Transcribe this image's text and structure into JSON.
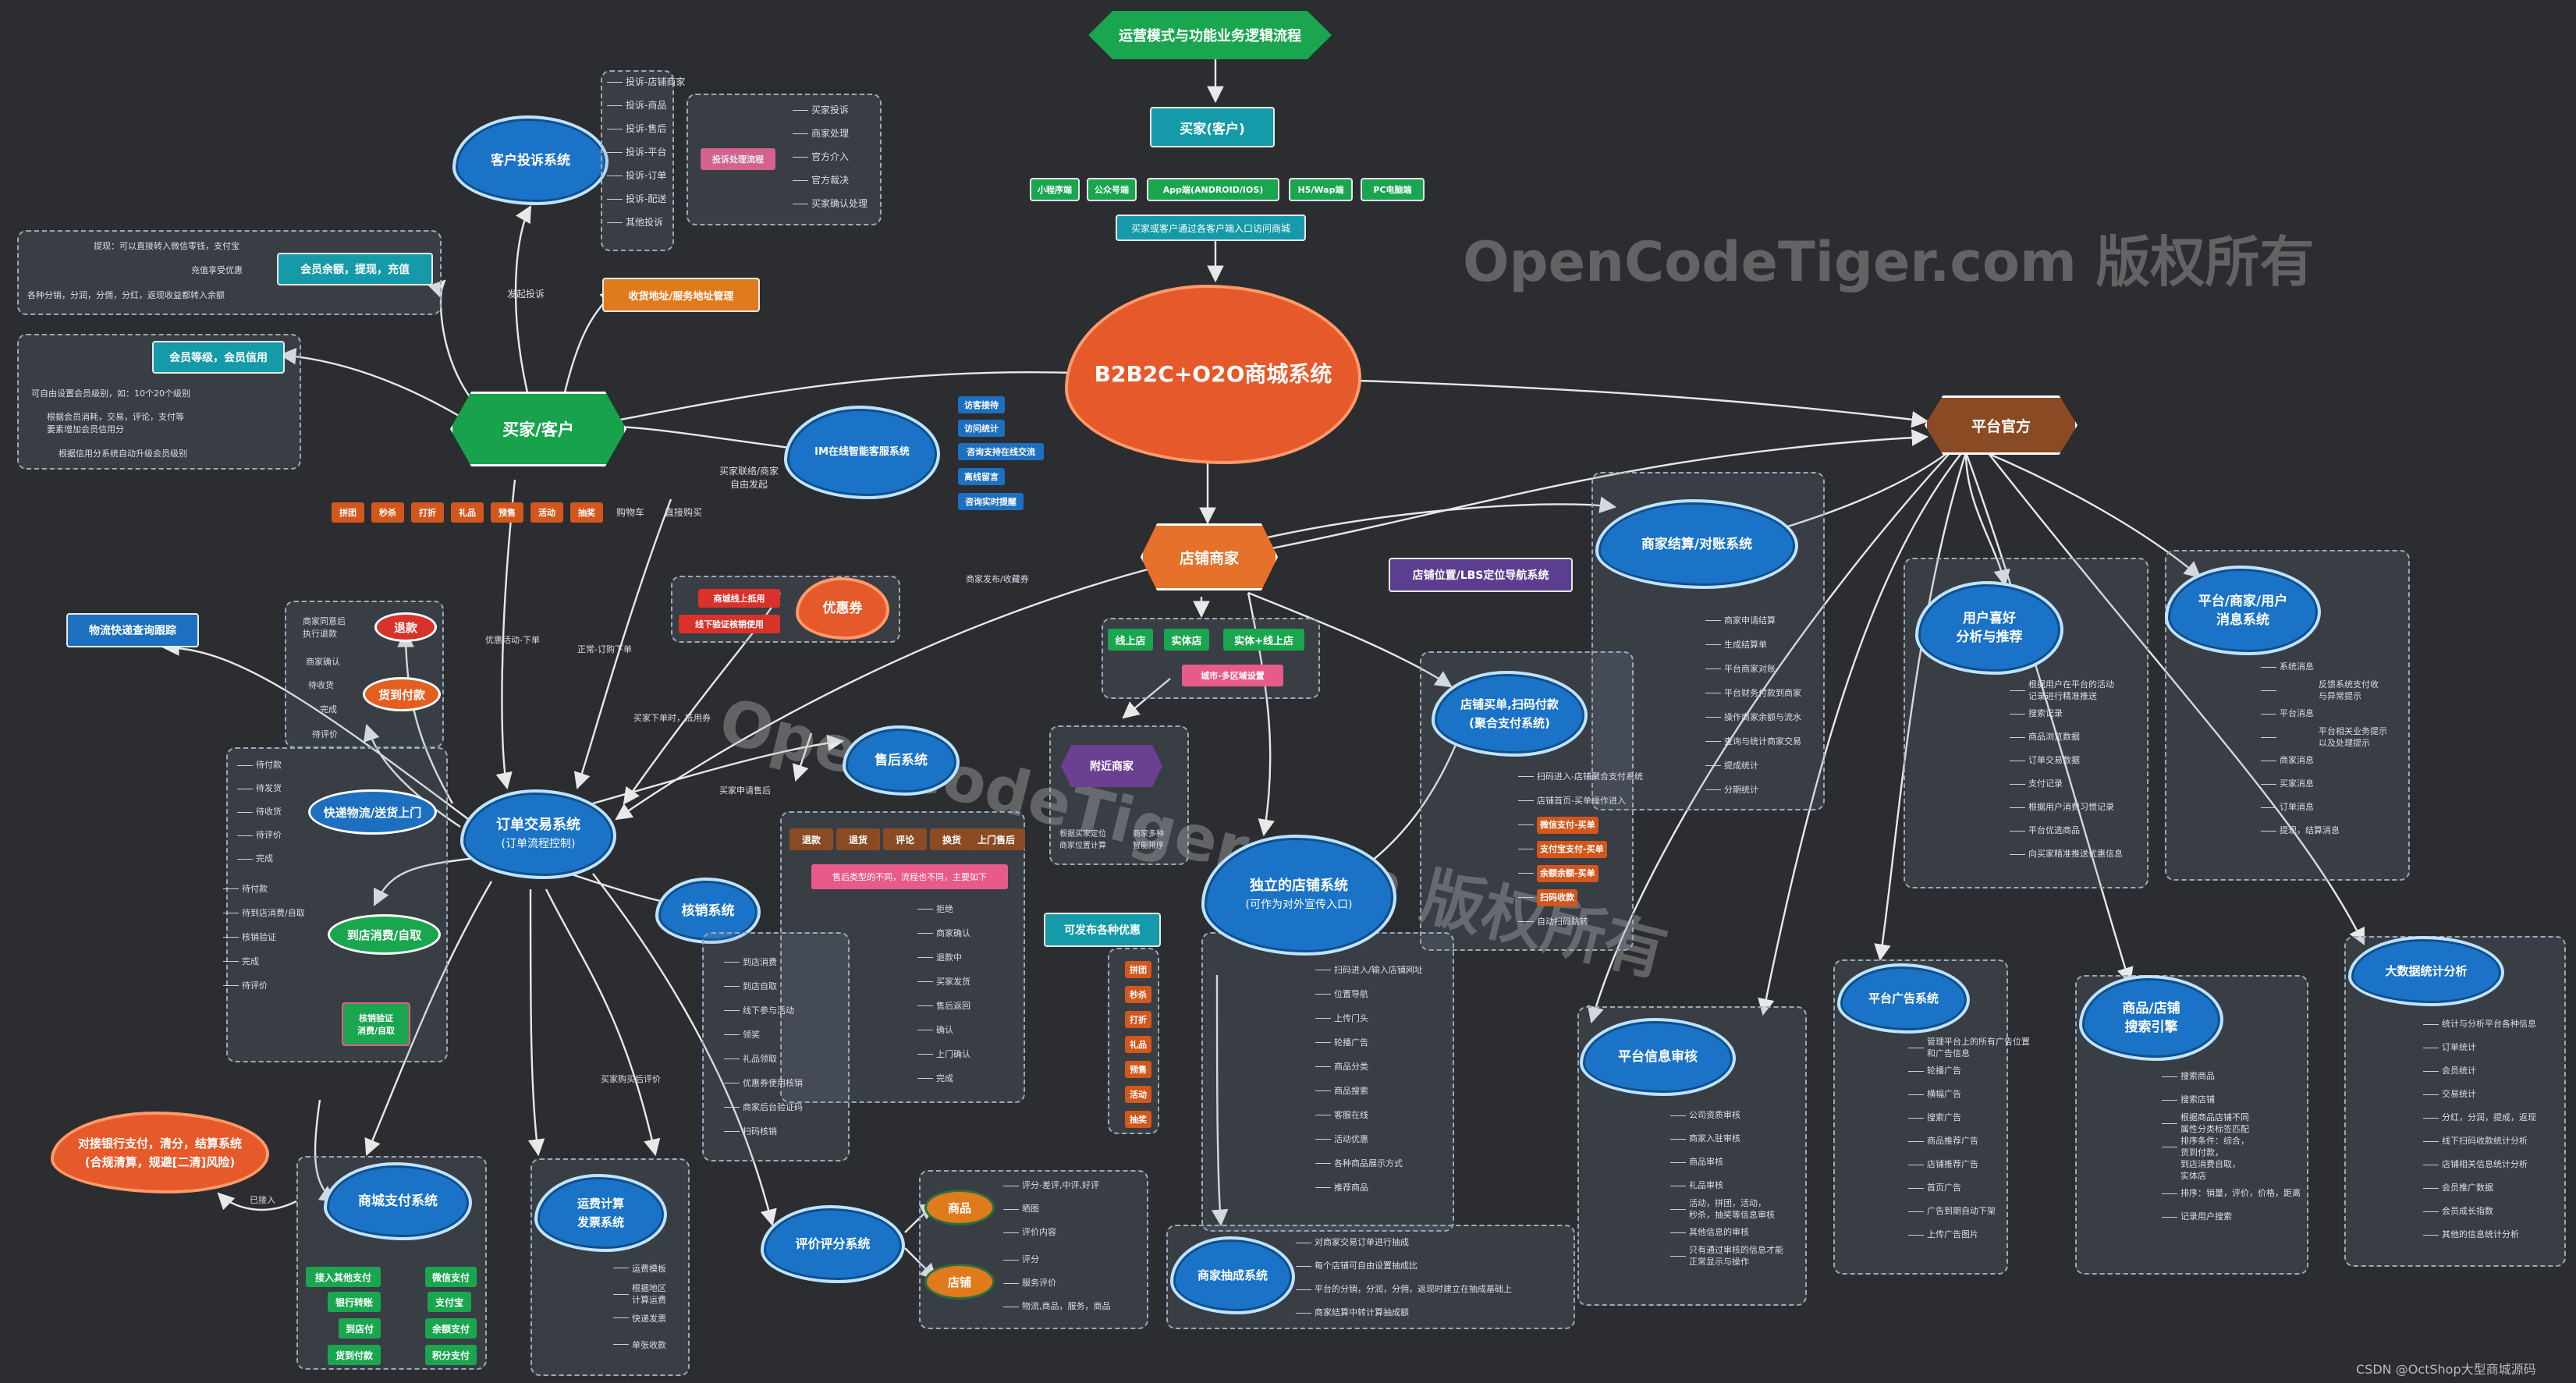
{
  "title": "运营模式与功能业务逻辑流程",
  "buyer_channel": {
    "label": "买家(客户)",
    "channels": [
      "小程序端",
      "公众号端",
      "App端(ANDROID/IOS)",
      "H5/Wap端",
      "PC电脑端"
    ],
    "access_note": "买家或客户通过各客户端入口访问商城"
  },
  "center": "B2B2C+O2O商城系统",
  "watermarks": [
    "OpenCodeTiger.com  版权所有",
    "OpenCodeTiger.com 版权所有"
  ],
  "footer": "CSDN @OctShop大型商城源码",
  "buyer": {
    "label": "买家/客户",
    "features": [
      "拼团",
      "秒杀",
      "打折",
      "礼品",
      "预售",
      "活动",
      "抽奖",
      "购物车",
      "直接购买"
    ],
    "complaint_label": "发起投诉",
    "self_help_label": "买家联络/商家\n自由发起"
  },
  "complaint": {
    "label": "客户投诉系统",
    "items": [
      "投诉-店铺商家",
      "投诉-商品",
      "投诉-售后",
      "投诉-平台",
      "投诉-订单",
      "投诉-配送",
      "其他投诉"
    ],
    "process_label": "投诉处理流程",
    "process_items": [
      "买家投诉",
      "商家处理",
      "官方介入",
      "官方裁决",
      "买家确认处理"
    ]
  },
  "balance": {
    "label": "会员余额，提现，充值",
    "items": [
      "提现：可以直接转入微信零钱，支付宝",
      "充值享受优惠",
      "各种分销，分润，分佣，分红，返现收益都转入余额"
    ]
  },
  "address_label": "收货地址/服务地址管理",
  "member": {
    "label": "会员等级，会员信用",
    "items": [
      "可自由设置会员级别，如：10个20个级别",
      "根据会员消耗，交易，评论，支付等\n要素增加会员信用分",
      "根据信用分系统自动升级会员级别"
    ]
  },
  "im": {
    "label": "IM在线智能客服系统",
    "items": [
      "访客接待",
      "访问统计",
      "咨询支持在线交流",
      "离线留言",
      "咨询实时提醒"
    ]
  },
  "coupon": {
    "label": "优惠券",
    "items": [
      "商城线上抵用",
      "线下验证核销使用"
    ],
    "note": "商家发布/收藏券"
  },
  "store": {
    "label": "店铺商家",
    "types": [
      "线上店",
      "实体店",
      "实体+线上店"
    ],
    "city": "城市-多区域设置"
  },
  "nearby": {
    "label": "附近商家",
    "items": [
      "根据买家定位\n商家位置计算",
      "商家多种\n智能排序"
    ]
  },
  "platform": {
    "label": "平台官方"
  },
  "settlement": {
    "label": "商家结算/对账系统",
    "items": [
      "商家申请结算",
      "生成结算单",
      "平台商家对账",
      "平台财务付款到商家",
      "操作商家余额与流水",
      "查询与统计商家交易",
      "提成统计",
      "分期统计"
    ]
  },
  "location": {
    "label": "店铺位置/LBS定位导航系统"
  },
  "scan": {
    "label": "店铺买单,扫码付款\n(聚合支付系统)",
    "items": [
      "扫码进入-店铺聚合支付系统",
      "店铺首页-买单操作进入",
      "微信支付-买单",
      "支付宝支付-买单",
      "余额余额-买单",
      "扫码收款",
      "自动扫码跳转"
    ]
  },
  "msg": {
    "label": "平台/商家/用户\n消息系统",
    "items": [
      "系统消息",
      "反馈系统支付收\n与异常提示",
      "平台消息",
      "平台相关业务提示\n以及处理提示",
      "商家消息",
      "买家消息",
      "订单消息",
      "提现，结算消息"
    ]
  },
  "pref": {
    "label": "用户喜好\n分析与推荐",
    "items": [
      "根据用户在平台的活动\n记录进行精准推送",
      "搜索记录",
      "商品浏览数据",
      "订单交易数据",
      "支付记录",
      "根据用户消费习惯记录",
      "平台优选商品",
      "向买家精准推送优惠信息"
    ]
  },
  "logistics": {
    "label": "物流快递查询跟踪"
  },
  "refund": {
    "label": "退款",
    "items": [
      "商家同意后\n执行退款",
      "商家确认",
      "待收货",
      "完成",
      "待评价"
    ]
  },
  "arrival": {
    "label": "货到付款"
  },
  "express": {
    "label": "快递物流/送货上门",
    "items": [
      "待付款",
      "待发货",
      "待收货",
      "待评价",
      "完成"
    ]
  },
  "pickup": {
    "label": "到店消费/自取",
    "items": [
      "待付款",
      "待到店消费/自取",
      "核销验证",
      "完成",
      "待评价"
    ],
    "verify": "核销验证\n消费/自取"
  },
  "order": {
    "label": "订单交易系统",
    "sub": "(订单流程控制)",
    "place_label": "优惠活动-下单",
    "direct_label": "正常-订购下单",
    "buyer_order": "买家下单时，抵用券",
    "comment_label": "买家申请售后",
    "review_label": "买家购买后评价"
  },
  "aftersale": {
    "label": "售后系统",
    "tabs": [
      "退款",
      "退货",
      "评论",
      "换货",
      "上门售后"
    ],
    "note": "售后类型的不同，流程也不同，主要如下",
    "items": [
      "拒绝",
      "商家确认",
      "退款中",
      "买家发货",
      "售后返回",
      "确认",
      "上门确认",
      "完成"
    ]
  },
  "verify": {
    "label": "核销系统",
    "items": [
      "到店消费",
      "到店自取",
      "线下参与活动",
      "领奖",
      "礼品领取",
      "优惠券使用核销",
      "商家后台验证码",
      "扫码核销"
    ]
  },
  "promos": {
    "label": "可发布各种优惠",
    "items": [
      "拼团",
      "秒杀",
      "打折",
      "礼品",
      "预售",
      "活动",
      "抽奖"
    ]
  },
  "indep": {
    "label": "独立的店铺系统",
    "sub": "(可作为对外宣传入口)",
    "items": [
      "扫码进入/输入店铺网址",
      "位置导航",
      "上传门头",
      "轮播广告",
      "商品分类",
      "商品搜索",
      "客服在线",
      "活动优惠",
      "各种商品展示方式",
      "推荐商品"
    ]
  },
  "audit": {
    "label": "平台信息审核",
    "items": [
      "公司资质审核",
      "商家入驻审核",
      "商品审核",
      "礼品审核",
      "活动，拼团，活动，\n秒杀，抽奖等信息审核",
      "其他信息的审核",
      "只有通过审核的信息才能\n正常显示与操作"
    ]
  },
  "ads": {
    "label": "平台广告系统",
    "items": [
      "管理平台上的所有广告位置\n和广告信息",
      "轮播广告",
      "横幅广告",
      "搜索广告",
      "商品推荐广告",
      "店铺推荐广告",
      "首页广告",
      "广告到期自动下架",
      "上传广告图片"
    ]
  },
  "search": {
    "label": "商品/店铺\n搜索引擎",
    "items": [
      "搜索商品",
      "搜索店铺",
      "根据商品店铺不同\n属性分类标签匹配",
      "排序条件：综合，\n货到付款，\n到店消费自取，\n实体店",
      "排序：销量，评价，价格，距离",
      "记录用户搜索"
    ]
  },
  "bigdata": {
    "label": "大数据统计分析",
    "items": [
      "统计与分析平台各种信息",
      "订单统计",
      "会员统计",
      "交易统计",
      "分红，分润，提成，返现",
      "线下扫码收款统计分析",
      "店铺相关信息统计分析",
      "会员推广数据",
      "会员成长指数",
      "其他的信息统计分析"
    ]
  },
  "pay": {
    "label": "商城支付系统",
    "methods": [
      "接入其他支付",
      "微信支付",
      "银行转账",
      "支付宝",
      "到店付",
      "余额支付",
      "货到付款",
      "积分支付"
    ],
    "access_label": "已接入"
  },
  "bank": {
    "label": "对接银行支付，清分，结算系统\n(合规清算，规避[二清]风险)"
  },
  "freight": {
    "label": "运费计算\n发票系统",
    "items": [
      "运费模板",
      "根据地区\n计算运费",
      "快递发票",
      "单张收款"
    ]
  },
  "rating": {
    "label": "评价评分系统",
    "goods": "商品",
    "shop": "店铺",
    "goods_items": [
      "评分-差评,中评,好评",
      "晒图",
      "评价内容"
    ],
    "shop_items": [
      "评分",
      "服务评价",
      "物流,商品，服务，商品"
    ]
  },
  "draw": {
    "label": "商家抽成系统",
    "items": [
      "对商家交易订单进行抽成",
      "每个店铺可自由设置抽成比",
      "平台的分销，分润，分佣，返现时建立在抽成基础上",
      "商家结算中转计算抽成额"
    ]
  },
  "colors": {
    "bg": "#2b2d30",
    "cloud": "#1a73c7",
    "green": "#19a64f",
    "orange": "#e6592a"
  }
}
